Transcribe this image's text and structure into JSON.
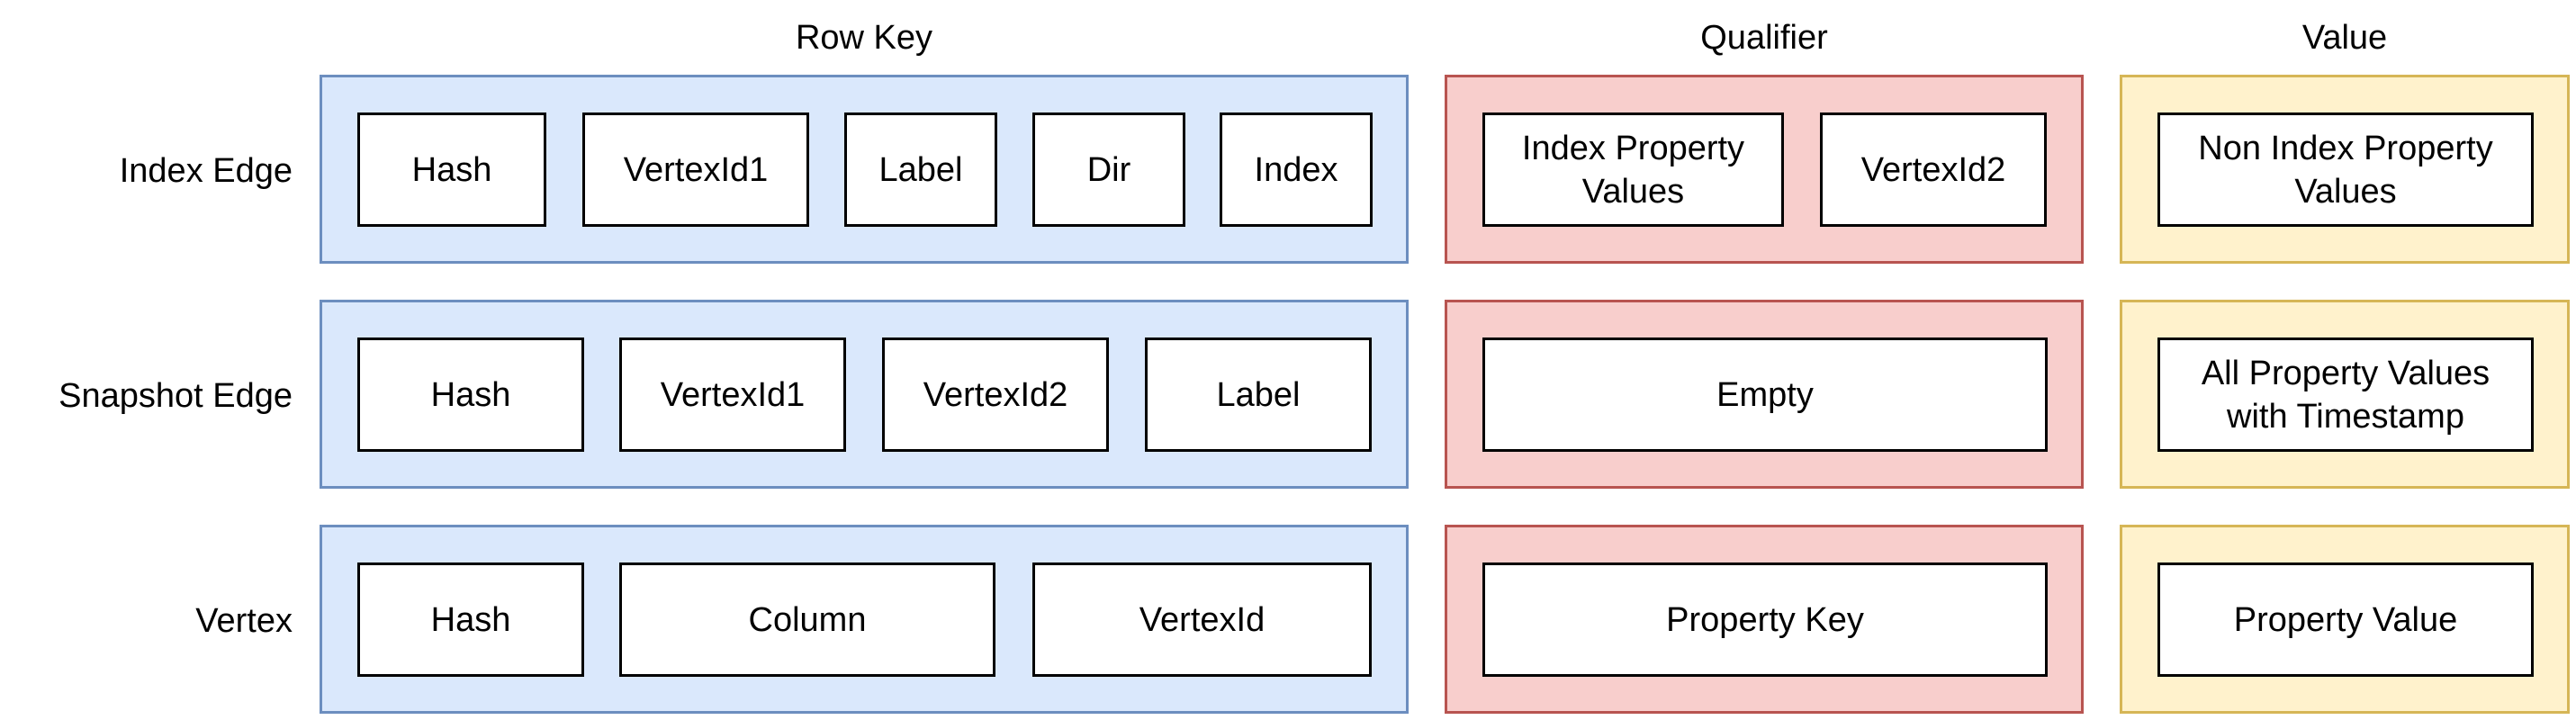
{
  "headers": {
    "row_key": "Row Key",
    "qualifier": "Qualifier",
    "value": "Value"
  },
  "rows": [
    {
      "label": "Index Edge",
      "row_key": [
        "Hash",
        "VertexId1",
        "Label",
        "Dir",
        "Index"
      ],
      "qualifier": [
        "Index Property\nValues",
        "VertexId2"
      ],
      "value": [
        "Non Index Property\nValues"
      ]
    },
    {
      "label": "Snapshot Edge",
      "row_key": [
        "Hash",
        "VertexId1",
        "VertexId2",
        "Label"
      ],
      "qualifier": [
        "Empty"
      ],
      "value": [
        "All Property Values\nwith Timestamp"
      ]
    },
    {
      "label": "Vertex",
      "row_key": [
        "Hash",
        "Column",
        "VertexId"
      ],
      "qualifier": [
        "Property Key"
      ],
      "value": [
        "Property Value"
      ]
    }
  ],
  "colors": {
    "row_key_fill": "#dae8fc",
    "row_key_stroke": "#6c8ebf",
    "qualifier_fill": "#f8cecc",
    "qualifier_stroke": "#b85450",
    "value_fill": "#fff2cc",
    "value_stroke": "#d6b656"
  }
}
